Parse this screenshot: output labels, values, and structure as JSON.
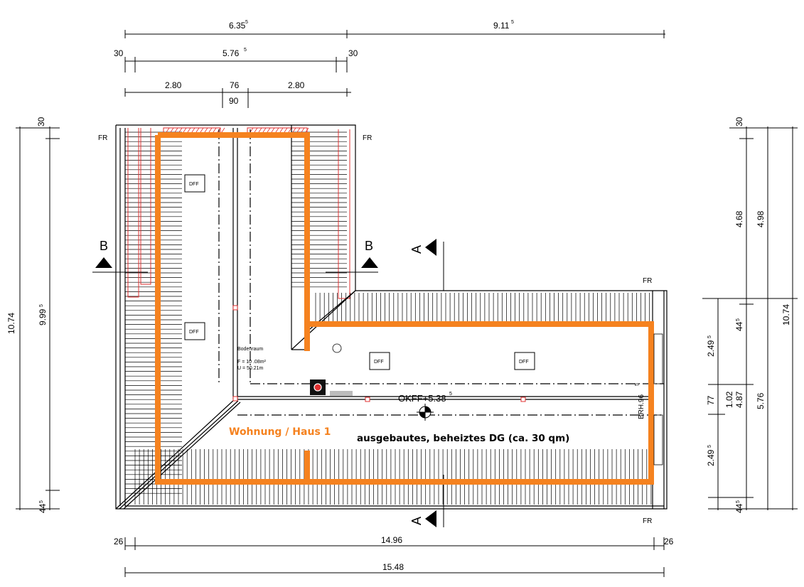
{
  "colors": {
    "accent": "#f5821f",
    "red": "#e03030",
    "line": "#000000"
  },
  "top_dims": {
    "row1": [
      "6.35",
      "5",
      "9.11",
      "5"
    ],
    "row2": [
      "30",
      "5.76",
      "5",
      "30"
    ],
    "row3": [
      "2.80",
      "76",
      "2.80",
      "90"
    ]
  },
  "left_dims": [
    "30",
    "10.74",
    "9.99",
    "5",
    "44",
    "5"
  ],
  "right_dims": [
    "30",
    "4.68",
    "4.98",
    "44",
    "5",
    "10.74",
    "2.49",
    "5",
    "77",
    "1.02",
    "4.87",
    "5.76",
    "2.49",
    "5",
    "44",
    "5"
  ],
  "bottom_dims": [
    "26",
    "14.96",
    "26",
    "15.48"
  ],
  "labels": {
    "fr": "FR",
    "dff": "DFF",
    "section_b": "B",
    "section_a": "A",
    "room_name": "Bodenraum",
    "room_area": "F = 10 .08m²",
    "room_perim": "U = 50.21m",
    "okff": "OKFF+5.38",
    "okff_sup": "5",
    "brh": "BRH.96",
    "brh_sup": "5",
    "unit_name": "Wohnung / Haus 1",
    "unit_desc": "ausgebautes, beheiztes DG (ca. 30 qm)"
  }
}
